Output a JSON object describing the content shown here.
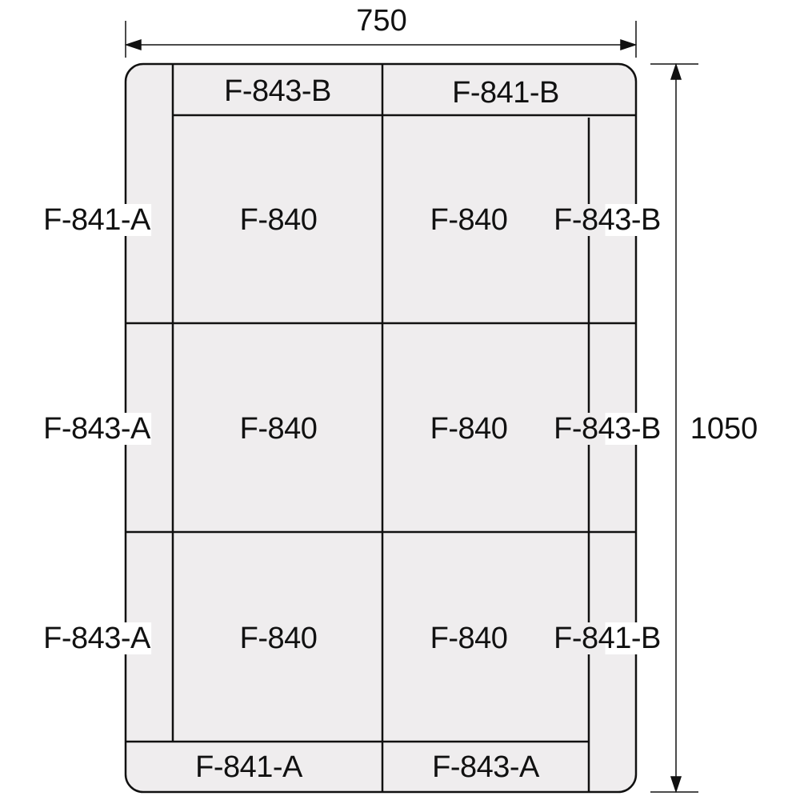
{
  "dimensions": {
    "width_label": "750",
    "height_label": "1050"
  },
  "colors": {
    "panel_fill": "#efedee",
    "line": "#111111",
    "background": "#ffffff"
  },
  "top_row": {
    "left": "F-843-B",
    "right": "F-841-B"
  },
  "bottom_row": {
    "left": "F-841-A",
    "right": "F-843-A"
  },
  "left_column": [
    "F-841-A",
    "F-843-A",
    "F-843-A"
  ],
  "right_column": [
    "F-843-B",
    "F-843-B",
    "F-841-B"
  ],
  "center_grid": [
    [
      "F-840",
      "F-840"
    ],
    [
      "F-840",
      "F-840"
    ],
    [
      "F-840",
      "F-840"
    ]
  ]
}
